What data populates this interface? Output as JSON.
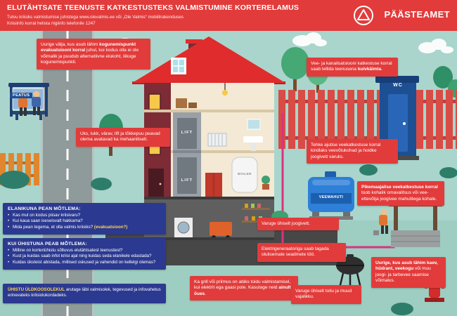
{
  "header": {
    "title": "ELUTÄHTSATE TEENUSTE KATKESTUSTEKS VALMISTUMINE KORTERELAMUS",
    "subtitle1": "Tutvu kriisiks valmistumise juhistega www.olevalmis.ee või „Ole Valmis“ mobiilirakenduses",
    "subtitle2": "Kriisiinfo korral helista riigiinfo telefonile 1247",
    "brand": "PÄÄSTEAMET"
  },
  "scene_labels": {
    "bus_stop": "PEATUS",
    "lift_upper": "LIFT",
    "lift_lower": "LIFT",
    "boiler": "BOILER",
    "toilet": "WC",
    "water_tank": "VEEMAHUTI"
  },
  "callouts": {
    "meeting_point": {
      "pre": "Uurige välja, kus asub lähim ",
      "bold": "kogunemispunkt evakuatsiooni korral",
      "post": " juhul, kui kodus olla ei ole võimalik ja puudub alternatiivne elukoht, liikuge kogunemispunkti."
    },
    "manual_open": {
      "pre": "",
      "bold": "",
      "post": "Uks, lukk, värav, lift ja tõkkepuu peavad olema avatavad ka mehaaniliselt."
    },
    "dry_toilet": {
      "pre": "Vee- ja kanalisatsiooni katkestuse korral saab tellida teenusena ",
      "bold": "kuivkäimla",
      "post": "."
    },
    "water_point": {
      "pre": "",
      "bold": "",
      "post": "Tehke ajutise veekatkestuse korral kindlaks veevõtukohad ja hoidke joogivett varuks."
    },
    "long_outage": {
      "pre": "",
      "bold": "Pikemaajalise veekatkestuse korral",
      "post": " toob kohalik omavalitsus või vee-ettevõtja joogivee mahutitega kohale."
    },
    "store_water": {
      "pre": "",
      "bold": "",
      "post": "Varuge ühiselt joogivett."
    },
    "generator": {
      "pre": "",
      "bold": "",
      "post": "Elektrigeneraatoriga saab tagada olulisemate seadmete töö."
    },
    "nearest_well": {
      "pre": "",
      "bold": "Uurige, kus asub lähim kaev, hüdrant, veekogu",
      "post": " või muu joogi- ja tarbevee saamise võimalus."
    },
    "grill": {
      "pre": "Ka grill või priimus on abiks toidu valmistamisel, kui elektrit ega gaasi pole. Kasutage neid ",
      "bold": "ainult õues",
      "post": "."
    },
    "store_food": {
      "pre": "",
      "bold": "",
      "post": "Varuge ühiselt toitu ja muud vajalikku."
    }
  },
  "panels": {
    "resident": {
      "heading": "ELANIKUNA PEAN MÕTLEMA:",
      "items": [
        "Kas mul on kodus piisav kriisivaru?",
        "Kui kaua saan iseseisvalt hakkama?",
        "Mida pean tegema, et olla valmis kriisiks?"
      ],
      "highlight": "(evakuatsioon?)"
    },
    "association": {
      "heading": "KUI ÜHISTUNA PEAB MÕTLEMA:",
      "items": [
        "Milline on korteriühistu sõltuvus elutähtsatest teenustest?",
        "Kust ja kuidas saab infot kriisi ajal ning kuidas seda elanikele edastada?",
        "Kuidas üksteist abistada, millised oskused ja vahendid on kellelgi olemas?"
      ]
    },
    "assembly": {
      "lead": "ÜHISTU ÜLDKOOSOLEKUL",
      "text": " arutage läbi valmisolek, tegevused ja infovahetus erinevateks kriisiolukordadeks."
    }
  },
  "colors": {
    "accent_red": "#e23b3b",
    "panel_blue": "#2b3990",
    "highlight_yellow": "#ffd34d",
    "background_teal": "#a9d5cc"
  }
}
